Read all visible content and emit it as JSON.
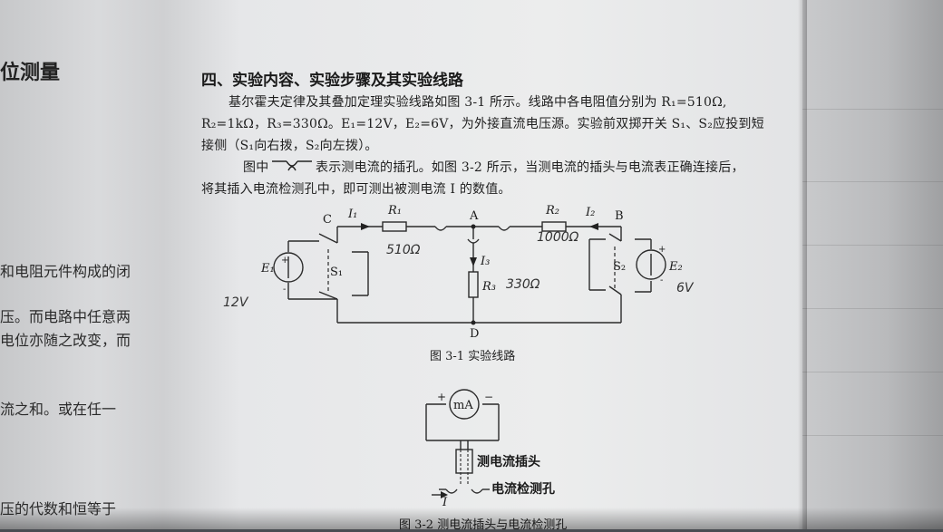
{
  "left_page": {
    "title": "位测量",
    "lines": [
      "和电阻元件构成的闭",
      "压。而电路中任意两",
      "电位亦随之改变，而",
      "流之和。或在任一",
      "压的代数和恒等于"
    ]
  },
  "section": {
    "heading": "四、实验内容、实验步骤及其实验线路",
    "para1_line1": "基尔霍夫定律及其叠加定理实验线路如图 3-1 所示。线路中各电阻值分别为 R₁=510Ω,",
    "para1_line2": "R₂=1kΩ，R₃=330Ω。E₁=12V，E₂=6V，为外接直流电压源。实验前双掷开关 S₁、S₂应投到短",
    "para1_line3": "接侧（S₁向右拨，S₂向左拨）。",
    "para2_prefix": "图中",
    "para2_line1_rest": "表示测电流的插孔。如图 3-2 所示，当测电流的插头与电流表正确连接后，",
    "para2_line2": "将其插入电流检测孔中，即可测出被测电流 I 的数值。"
  },
  "figure1": {
    "caption": "图 3-1  实验线路",
    "labels": {
      "C": "C",
      "A": "A",
      "B": "B",
      "D": "D",
      "I1": "I₁",
      "I2": "I₂",
      "I3": "I₃",
      "R1": "R₁",
      "R2": "R₂",
      "R3": "R₃",
      "E1": "E₁",
      "E2": "E₂",
      "S1": "S₁",
      "S2": "S₂",
      "plus": "+",
      "minus": "-"
    },
    "handwritten": {
      "r1_value": "510Ω",
      "r2_value": "1000Ω",
      "r3_value": "330Ω",
      "e1_value": "12V",
      "e2_value": "6V"
    }
  },
  "figure2": {
    "meter": "mA",
    "plus": "+",
    "minus": "−",
    "plug_label": "测电流插头",
    "socket_label": "电流检测孔",
    "current": "I",
    "caption": "图 3-2  测电流插头与电流检测孔"
  }
}
